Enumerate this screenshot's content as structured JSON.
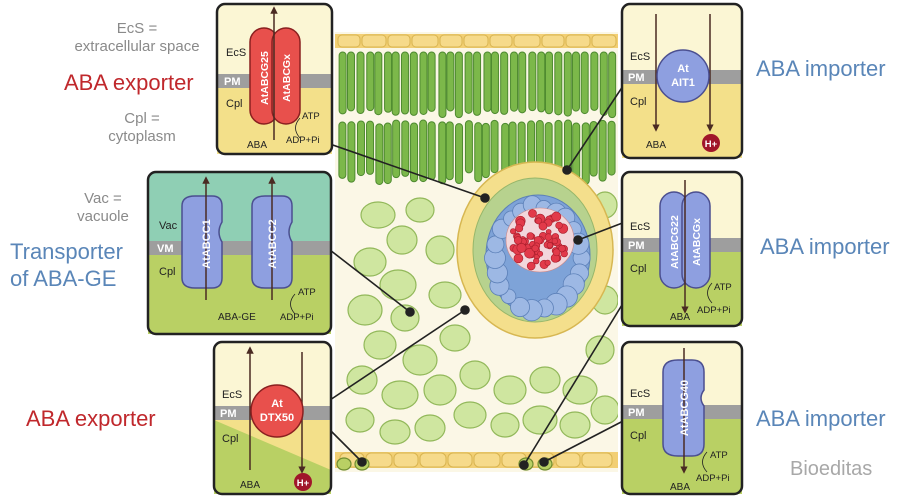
{
  "notes": {
    "ecs_def": [
      "EcS  =",
      "extracellular space"
    ],
    "cpl_def": [
      "Cpl =",
      "cytoplasm"
    ],
    "vac_def": [
      "Vac  =",
      "vacuole"
    ]
  },
  "side_labels": {
    "exporter_top": "ABA exporter",
    "ge_transporter": [
      "Transporter",
      "of ABA-GE"
    ],
    "exporter_bottom": "ABA exporter",
    "importer_1": "ABA importer",
    "importer_2": "ABA importer",
    "importer_3": "ABA importer"
  },
  "panels": {
    "abcg25": {
      "layers": {
        "top": "EcS",
        "membrane": "PM",
        "bottom": "Cpl"
      },
      "proteins": [
        "AtABCG25",
        "AtABCGx"
      ],
      "atp": "ATP",
      "adp": "ADP+Pi",
      "substrate": "ABA"
    },
    "ait1": {
      "layers": {
        "top": "EcS",
        "membrane": "PM",
        "bottom": "Cpl"
      },
      "protein": [
        "At",
        "AIT1"
      ],
      "substrate": "ABA",
      "ion": "H+"
    },
    "abcc": {
      "layers": {
        "top": "Vac",
        "membrane": "VM",
        "bottom": "Cpl"
      },
      "proteins": [
        "AtABCC1",
        "AtABCC2"
      ],
      "atp": "ATP",
      "adp": "ADP+Pi",
      "substrate": "ABA-GE"
    },
    "abcg22": {
      "layers": {
        "top": "EcS",
        "membrane": "PM",
        "bottom": "Cpl"
      },
      "proteins": [
        "AtABCG22",
        "AtABCGx"
      ],
      "atp": "ATP",
      "adp": "ADP+Pi",
      "substrate": "ABA"
    },
    "dtx50": {
      "layers": {
        "top": "EcS",
        "membrane": "PM",
        "bottom": "Cpl"
      },
      "protein": [
        "At",
        "DTX50"
      ],
      "substrate": "ABA",
      "ion": "H+"
    },
    "abcg40": {
      "layers": {
        "top": "EcS",
        "membrane": "PM",
        "bottom": "Cpl"
      },
      "protein": "AtABCG40",
      "atp": "ATP",
      "adp": "ADP+Pi",
      "substrate": "ABA"
    }
  },
  "watermark": "Bioeditas",
  "colors": {
    "exporter_red": "#e8504c",
    "importer_blue": "#8e9fe0",
    "membrane_gray": "#9e9e9e",
    "cytoplasm_yellow": "#f3e08a",
    "ecs_cream": "#fbf6d4",
    "vacuole_teal": "#8fcfb4",
    "cytoplasm_green": "#b9d064",
    "label_red": "#c0282c",
    "label_blue": "#5a86b8"
  }
}
